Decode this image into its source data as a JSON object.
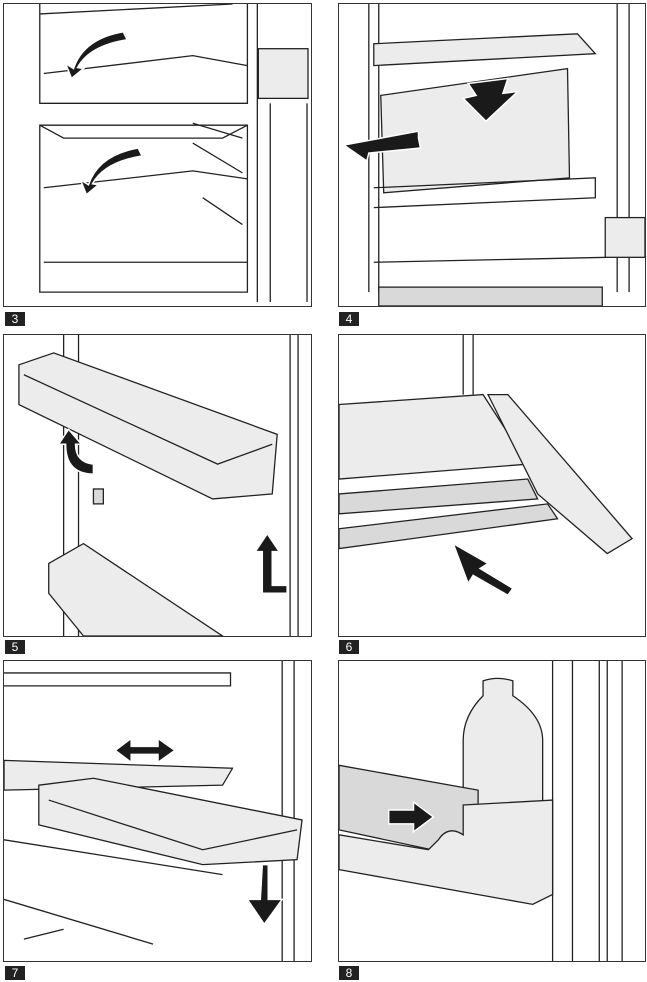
{
  "figures": [
    {
      "number": "3",
      "description_icon": "shelf-removal-illustration"
    },
    {
      "number": "4",
      "description_icon": "glass-shelf-removal-illustration"
    },
    {
      "number": "5",
      "description_icon": "door-rack-removal-illustration"
    },
    {
      "number": "6",
      "description_icon": "glass-shelf-insert-illustration"
    },
    {
      "number": "7",
      "description_icon": "sliding-container-illustration"
    },
    {
      "number": "8",
      "description_icon": "bottle-holder-illustration"
    }
  ]
}
